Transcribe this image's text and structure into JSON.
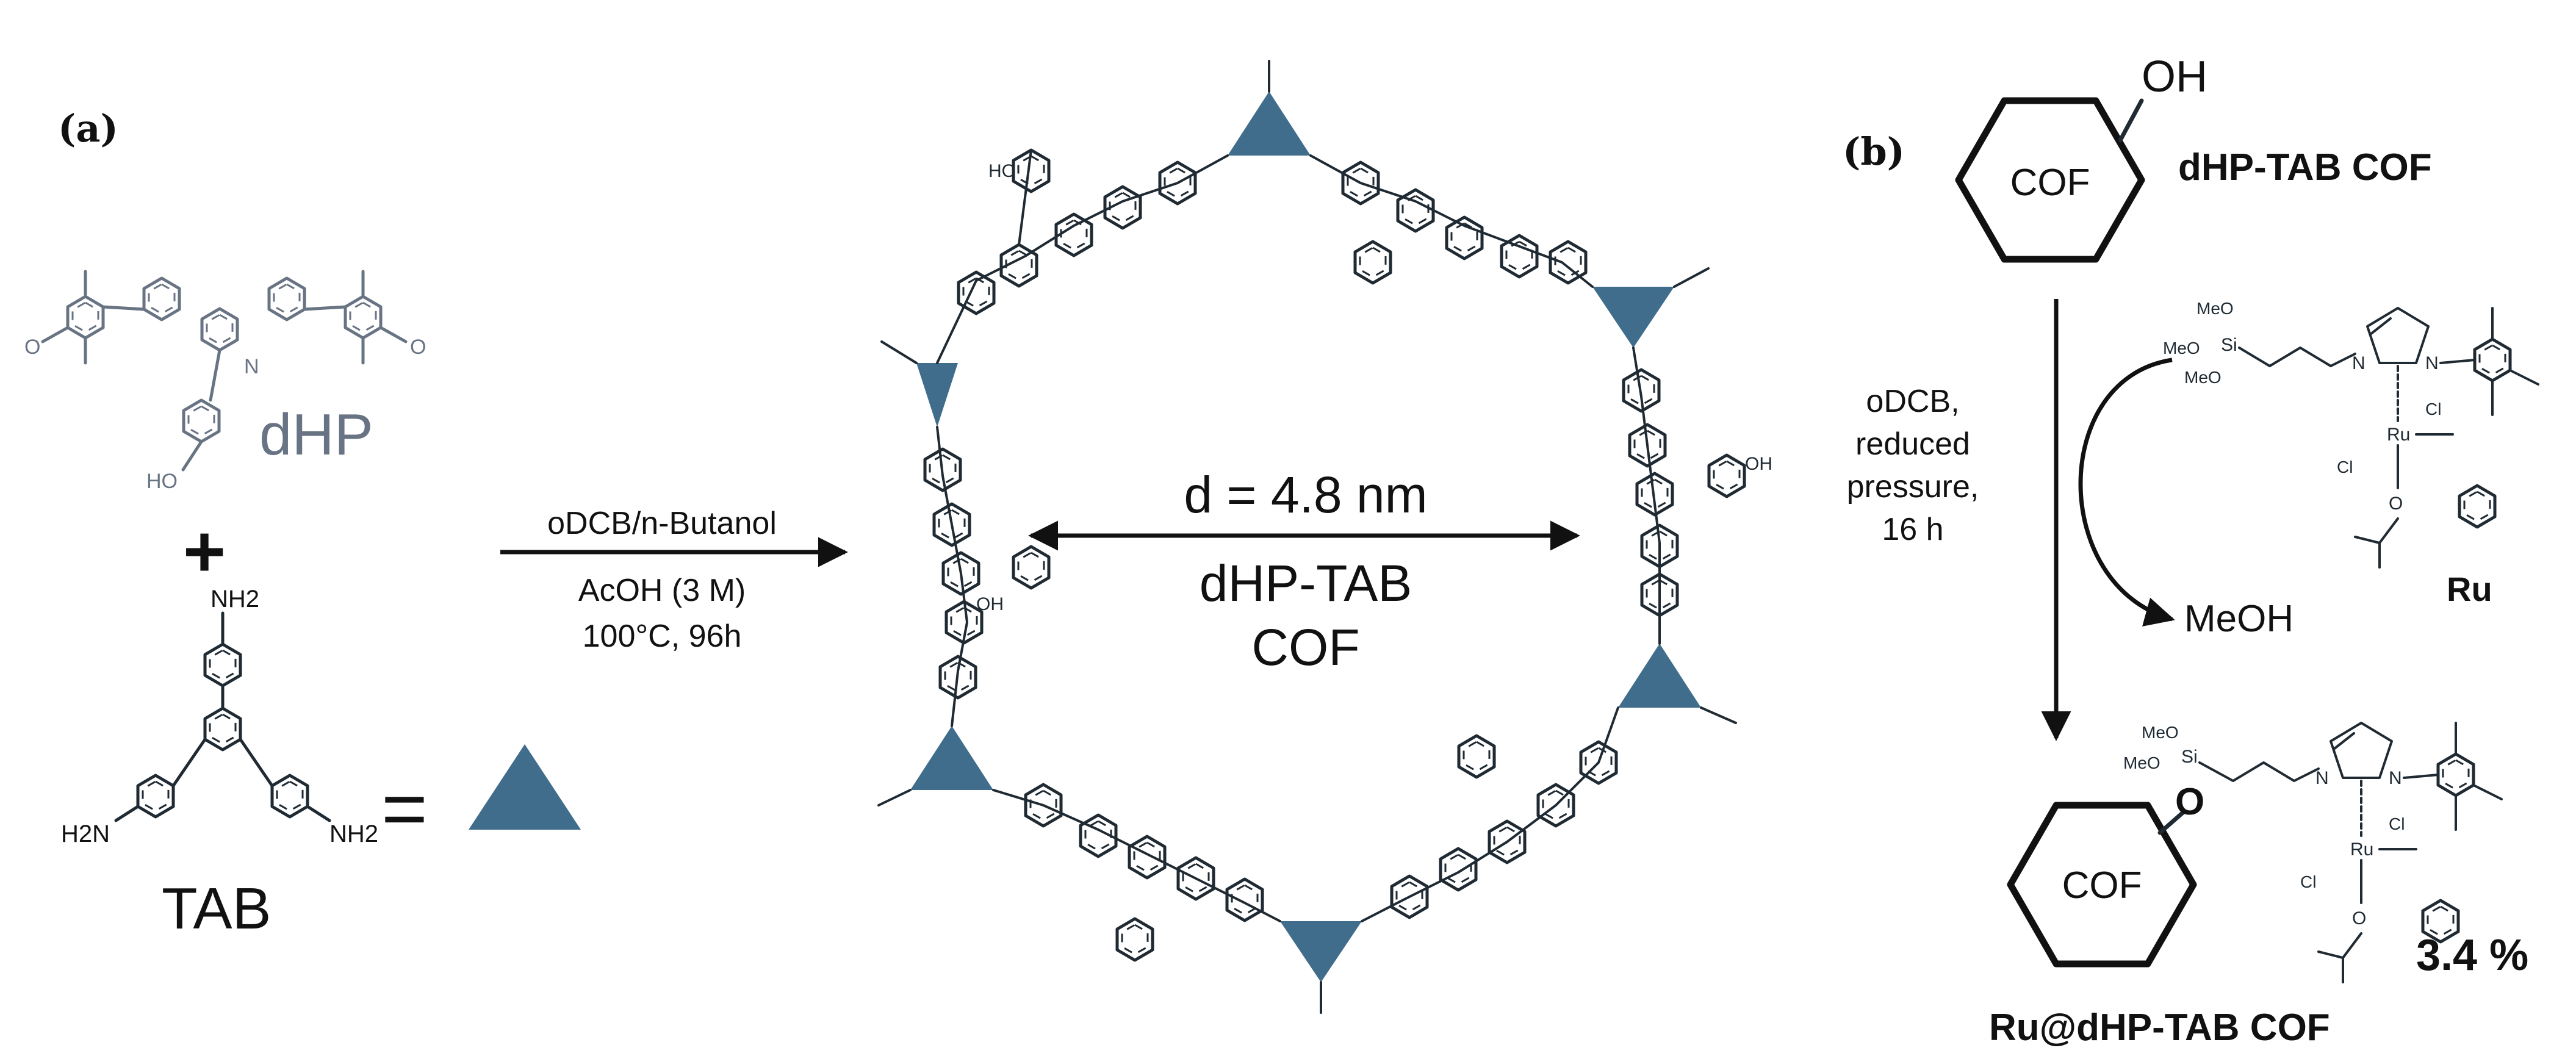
{
  "panel_a": {
    "label": "(a)",
    "monomer_dhp": {
      "name": "dHP",
      "oh_label": "HO"
    },
    "plus_sign": "+",
    "monomer_tab": {
      "name": "TAB",
      "amine_top": "NH2",
      "amine_left": "H2N",
      "amine_right": "NH2"
    },
    "equals_sign": "=",
    "reaction_conditions": {
      "line1": "oDCB/n-Butanol",
      "line2": "AcOH (3 M)",
      "line3": "100°C, 96h"
    },
    "pore_size": "d = 4.8 nm",
    "cof_name_line1": "dHP-TAB",
    "cof_name_line2": "COF",
    "atom_labels": {
      "nitrogen": "N",
      "hydroxyl": "OH",
      "hydroxyl_left": "HO"
    }
  },
  "panel_b": {
    "label": "(b)",
    "top_hexagon_label": "COF",
    "oh_group": "OH",
    "starting_material": "dHP-TAB COF",
    "conditions": {
      "line1": "oDCB,",
      "line2": "reduced",
      "line3": "pressure,",
      "line4": "16 h"
    },
    "reagent": {
      "name": "Ru",
      "meo_1": "MeO",
      "meo_2": "MeO",
      "meo_3": "MeO",
      "si": "Si",
      "n_label": "N",
      "ru": "Ru",
      "cl_1": "Cl",
      "cl_2": "Cl",
      "o_label": "O"
    },
    "byproduct": "MeOH",
    "product_hexagon_label": "COF",
    "linker_o": "O",
    "product_meo_1": "MeO",
    "product_meo_2": "MeO",
    "loading": "3.4 %",
    "product_name": "Ru@dHP-TAB COF"
  },
  "colors": {
    "triangle_node": "#3f6d8b",
    "dhp_monomer": "#687383",
    "structure": "#1f2a33",
    "text": "#111111"
  }
}
